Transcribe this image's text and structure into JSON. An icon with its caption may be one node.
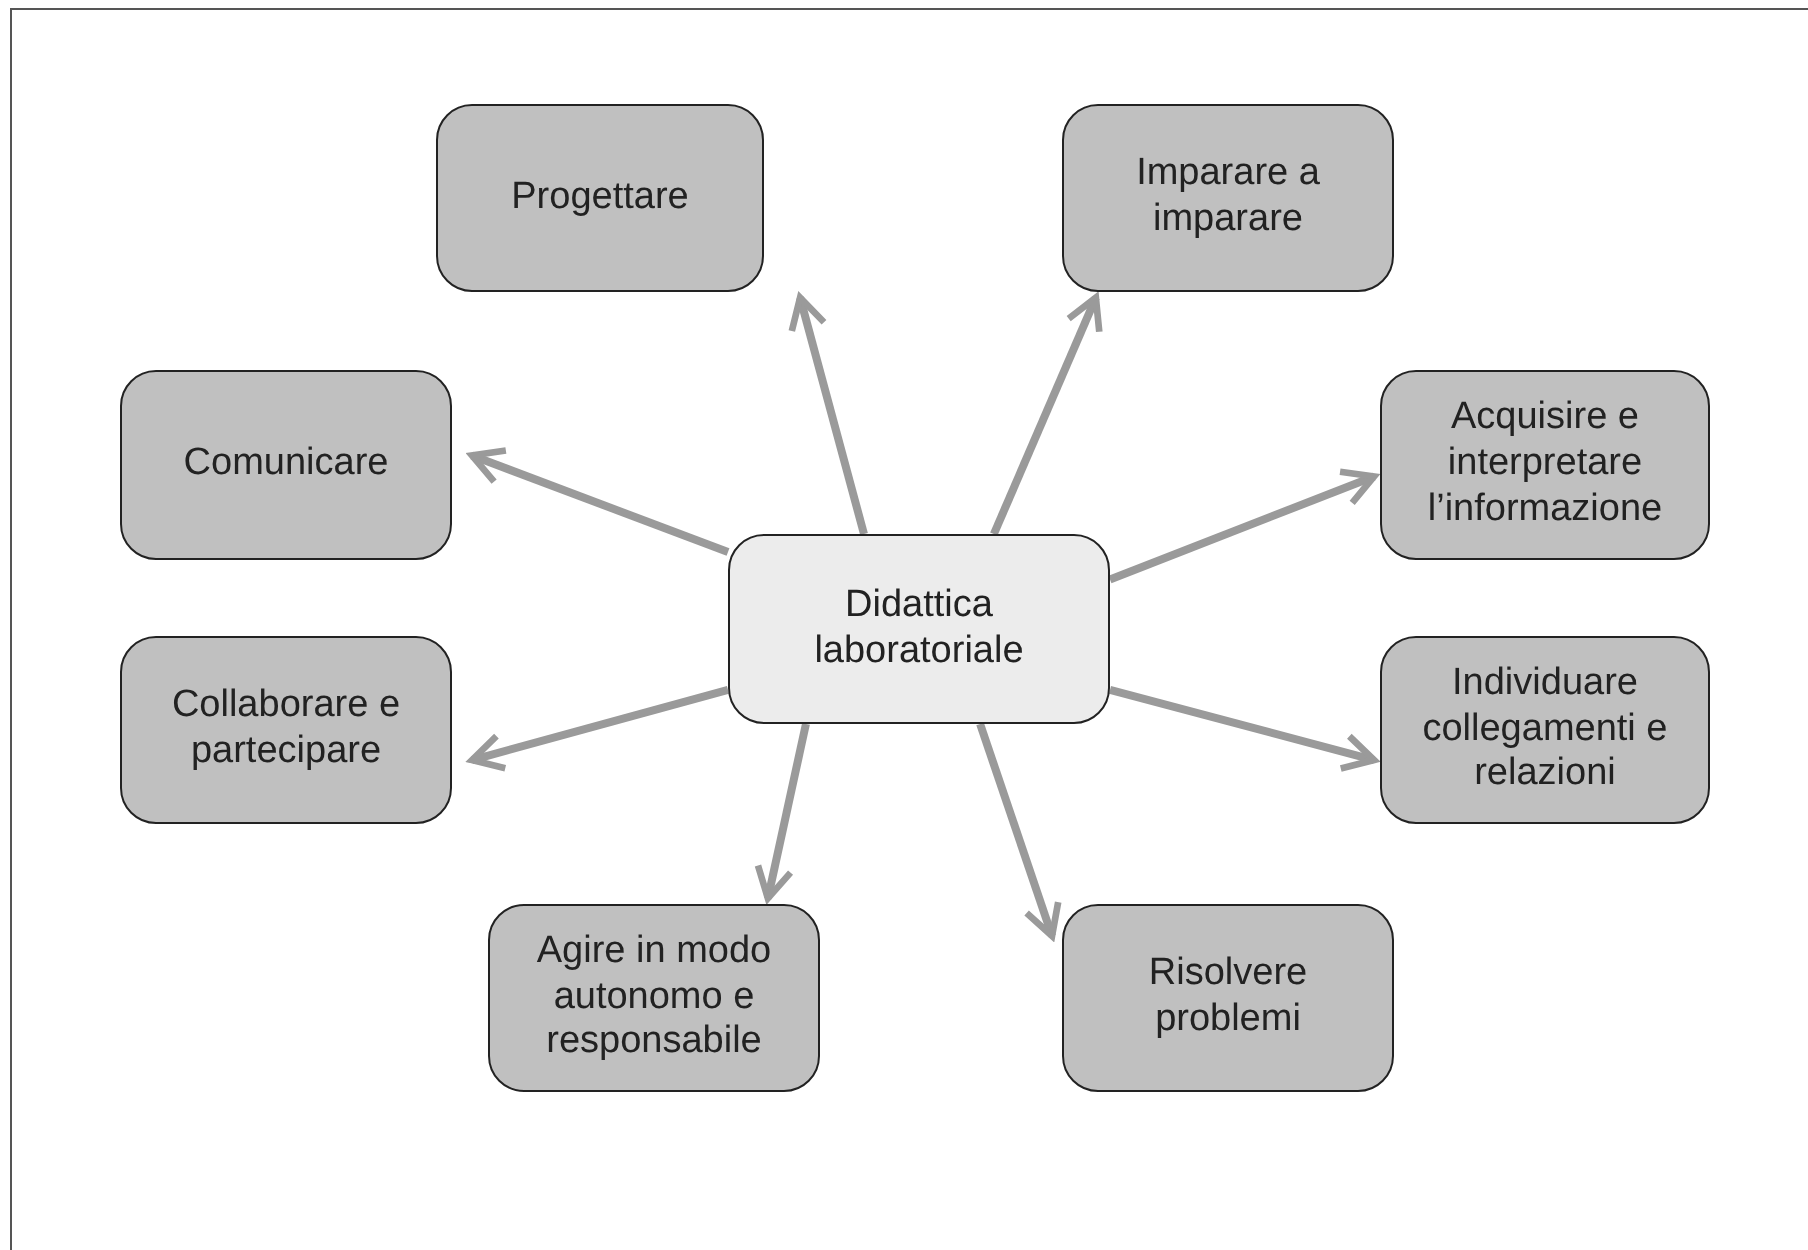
{
  "diagram": {
    "nodes": [
      {
        "text": [
          "Progettare"
        ]
      },
      {
        "text": [
          "Imparare a imparare"
        ]
      },
      {
        "text": [
          "Comunicare"
        ]
      },
      {
        "text": [
          "Acquisire e interpretare l’informazione"
        ]
      },
      {
        "text": [
          "Didattica laboratoriale"
        ]
      },
      {
        "text": [
          "Collaborare e partecipare"
        ]
      },
      {
        "text": [
          "Individuare collegamenti e relazioni"
        ]
      },
      {
        "text": [
          "Agire in modo autonomo e responsabile"
        ]
      },
      {
        "text": [
          "Risolvere problemi"
        ]
      }
    ],
    "edges": [
      {
        "from": 4,
        "to": 0,
        "arrow": "to"
      },
      {
        "from": 4,
        "to": 1,
        "arrow": "to"
      },
      {
        "from": 4,
        "to": 2,
        "arrow": "to"
      },
      {
        "from": 4,
        "to": 3,
        "arrow": "to"
      },
      {
        "from": 4,
        "to": 5,
        "arrow": "to"
      },
      {
        "from": 4,
        "to": 6,
        "arrow": "to"
      },
      {
        "from": 4,
        "to": 7,
        "arrow": "to"
      },
      {
        "from": 4,
        "to": 8,
        "arrow": "to"
      }
    ]
  }
}
